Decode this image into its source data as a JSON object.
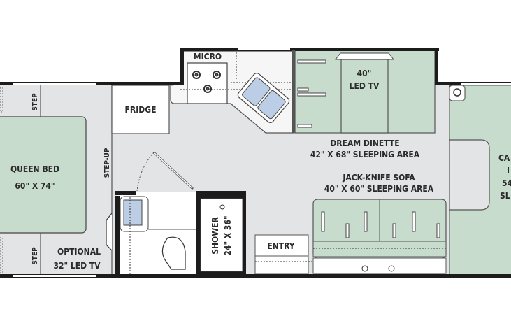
{
  "colors": {
    "floor": "#e3e4e5",
    "bed": "#c8dccd",
    "wall": "#1c1c1c",
    "sink": "#bccde6",
    "counter": "#f4f4f4"
  },
  "labels": {
    "micro": "MICRO",
    "fridge": "FRIDGE",
    "queen_bed": [
      "QUEEN BED",
      "60\" X 74\""
    ],
    "step_top": "STEP",
    "step_bottom": "STEP",
    "step_up": "STEP-UP",
    "optional_tv": [
      "OPTIONAL",
      "32\" LED TV"
    ],
    "led_tv": [
      "40\"",
      "LED TV"
    ],
    "dream_dinette": [
      "DREAM DINETTE",
      "42\" X 68\" SLEEPING AREA"
    ],
    "jack_knife_sofa": [
      "JACK-KNIFE SOFA",
      "40\" X 60\" SLEEPING AREA"
    ],
    "shower": [
      "SHOWER",
      "24\" X 36\""
    ],
    "entry": "ENTRY",
    "cab_over": [
      "CA",
      "I",
      "54",
      "SL"
    ]
  }
}
